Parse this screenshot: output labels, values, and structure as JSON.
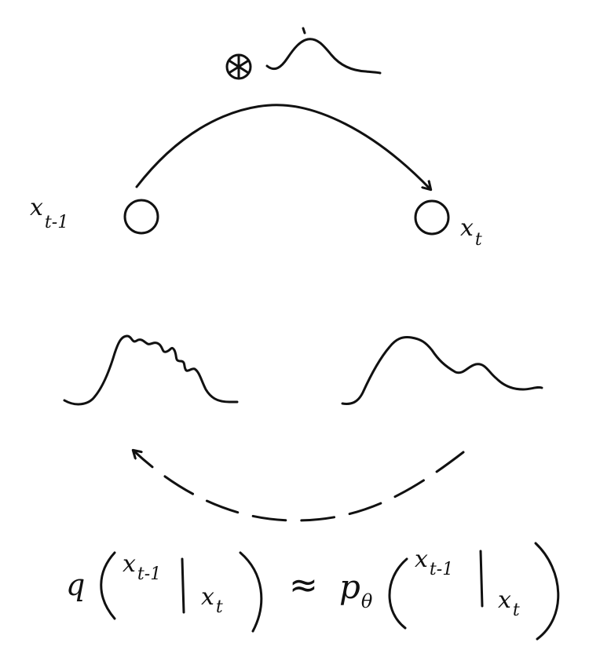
{
  "nodes": {
    "left": {
      "main": "x",
      "sub": "t-1"
    },
    "right": {
      "main": "x",
      "sub": "t"
    }
  },
  "equation": {
    "q": "q",
    "lhs_top": {
      "main": "x",
      "sub": "t-1"
    },
    "lhs_bottom": {
      "main": "x",
      "sub": "t"
    },
    "approx": "≈",
    "p": "p",
    "p_sub": "θ",
    "rhs_top": {
      "main": "x",
      "sub": "t-1"
    },
    "rhs_bottom": {
      "main": "x",
      "sub": "t"
    }
  },
  "icons": {
    "convolution": "circled-asterisk-icon"
  }
}
